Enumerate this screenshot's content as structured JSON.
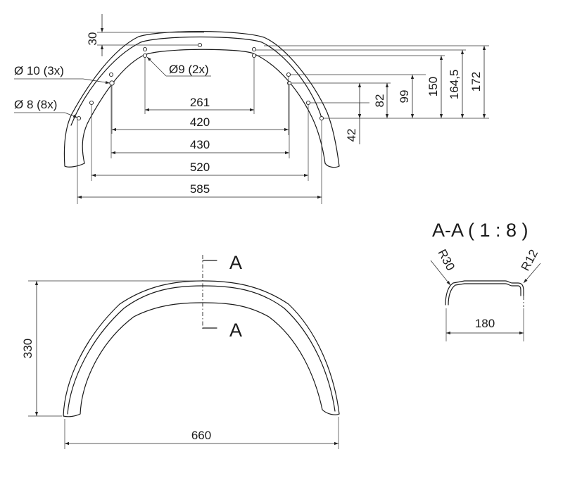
{
  "top_view": {
    "dimensions": {
      "d30": "30",
      "d261": "261",
      "d420": "420",
      "d430": "430",
      "d520": "520",
      "d585": "585",
      "d42": "42",
      "d82": "82",
      "d99": "99",
      "d150": "150",
      "d164": "164,5",
      "d172": "172"
    },
    "holes": {
      "d10": "Ø 10 (3x)",
      "d9": "Ø9 (2x)",
      "d8": "Ø 8 (8x)"
    }
  },
  "side_view": {
    "height": "330",
    "width": "660",
    "section_mark_top": "A",
    "section_mark_bottom": "A"
  },
  "section_view": {
    "title": "A-A ( 1 : 8 )",
    "radius_left": "R30",
    "radius_right": "R12",
    "width": "180"
  }
}
